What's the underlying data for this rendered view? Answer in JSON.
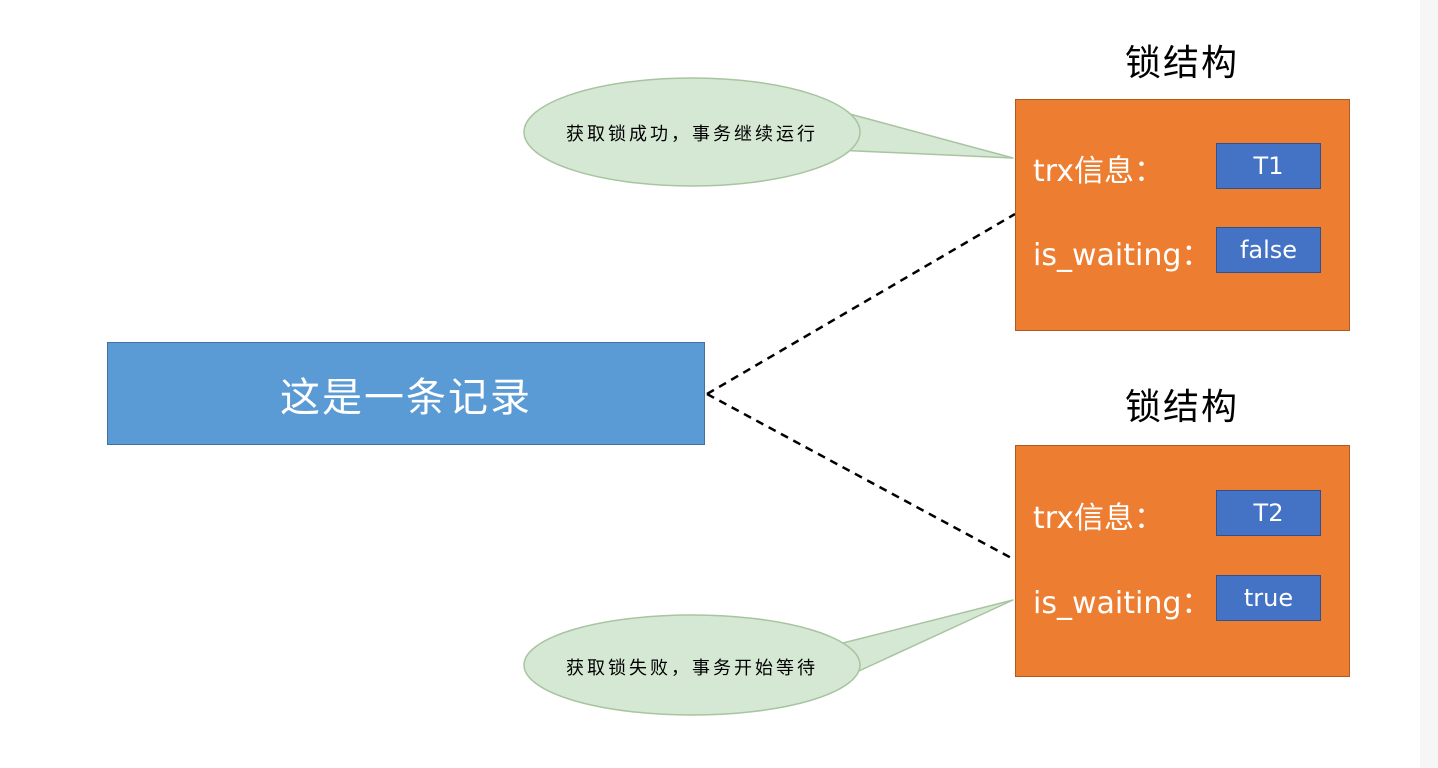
{
  "record": {
    "label": "这是一条记录",
    "color": "#5b9bd5"
  },
  "lock_structures": [
    {
      "title": "锁结构",
      "trx_label": "trx信息：",
      "trx_value": "T1",
      "waiting_label": "is_waiting：",
      "waiting_value": "false",
      "callout": "获取锁成功，事务继续运行"
    },
    {
      "title": "锁结构",
      "trx_label": "trx信息：",
      "trx_value": "T2",
      "waiting_label": "is_waiting：",
      "waiting_value": "true",
      "callout": "获取锁失败，事务开始等待"
    }
  ],
  "colors": {
    "lock_box": "#ed7d31",
    "value_box": "#4472c4",
    "callout_fill": "#d5e8d4",
    "callout_stroke": "#a9c4a0"
  }
}
